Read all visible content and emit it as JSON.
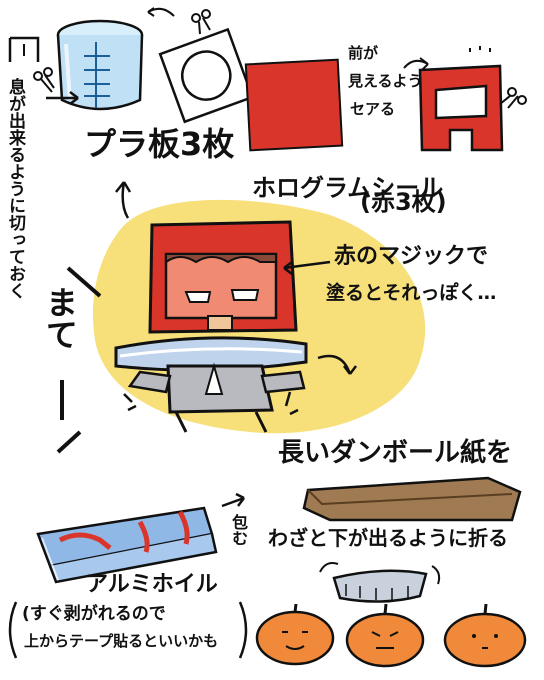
{
  "labels": {
    "breath_note": "息が出来るように切っておく",
    "plastic_boards": "プラ板3枚",
    "hologram_seal": "ホログラムシール",
    "hologram_count": "(赤3枚)",
    "front_visible_1": "前が",
    "front_visible_2": "見えるよう",
    "front_visible_3": "セアる",
    "magic_1": "赤のマジックで",
    "magic_2": "塗るとそれっぽく…",
    "mate": "まて",
    "long_cardboard": "長いダンボール紙を",
    "wrap": "包む",
    "fold_note": "わざと下が出るように折る",
    "foil": "アルミホイル",
    "foil_note_1": "(すぐ剥がれるので",
    "foil_note_2": "上からテープ貼るといいかも"
  },
  "colors": {
    "red": "#d9352a",
    "yellow_glow": "#f7df7a",
    "skin": "#f08a72",
    "pumpkin": "#f08a3a",
    "blue_plastic": "#bfe0f5",
    "foil_blue": "#8fb8e6",
    "cardboard": "#a07a52",
    "suit": "#b9b9c0"
  }
}
